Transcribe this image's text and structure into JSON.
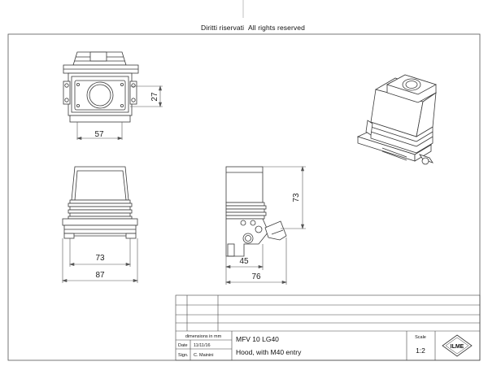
{
  "header": {
    "rights_it": "Diritti riservati",
    "rights_en": "All rights reserved"
  },
  "dimensions": {
    "front_width": "57",
    "front_height": "27",
    "side_inner": "73",
    "side_outer": "87",
    "profile_height": "73",
    "profile_inner": "45",
    "profile_outer": "76"
  },
  "title_block": {
    "units_note": "dimensions in mm",
    "date_label": "Date",
    "date_value": "11/11/16",
    "sign_label": "Sign.",
    "sign_value": "C. Mainini",
    "part_code": "MFV 10 LG40",
    "description": "Hood, with M40 entry",
    "scale_label": "Scale",
    "scale_value": "1:2",
    "logo_text": "ILME"
  },
  "colors": {
    "line": "#3a3a3a",
    "dim_line": "#555555",
    "paper": "#ffffff"
  }
}
